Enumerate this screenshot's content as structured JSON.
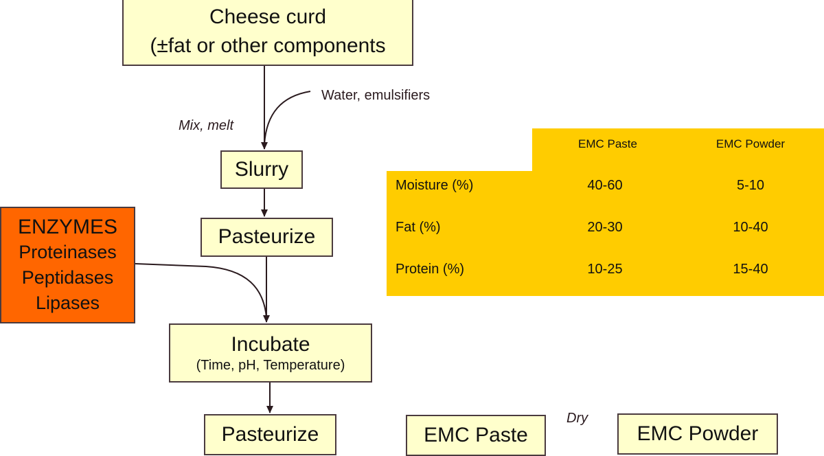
{
  "diagram": {
    "nodes": {
      "cheese_curd": {
        "line1": "Cheese curd",
        "line2": "(±fat or other components"
      },
      "slurry": {
        "label": "Slurry"
      },
      "pasteurize_1": {
        "label": "Pasteurize"
      },
      "enzymes": {
        "title": "ENZYMES",
        "items": [
          "Proteinases",
          "Peptidases",
          "Lipases"
        ]
      },
      "incubate": {
        "label": "Incubate",
        "sub": "(Time, pH, Temperature)"
      },
      "pasteurize_2": {
        "label": "Pasteurize"
      },
      "emc_paste": {
        "label": "EMC Paste"
      },
      "emc_powder": {
        "label": "EMC Powder"
      }
    },
    "edge_labels": {
      "water": "Water, emulsifiers",
      "mix": "Mix, melt",
      "dry": "Dry"
    },
    "colors": {
      "process_box": "#ffffcc",
      "enzyme_box": "#ff6600",
      "table_bg": "#ffcc00",
      "arrow": "#2a1a1e"
    }
  },
  "composition_table": {
    "headers": [
      "",
      "EMC Paste",
      "EMC Powder"
    ],
    "rows": [
      {
        "label": "Moisture (%)",
        "paste": "40-60",
        "powder": "5-10"
      },
      {
        "label": "Fat (%)",
        "paste": "20-30",
        "powder": "10-40"
      },
      {
        "label": "Protein (%)",
        "paste": "10-25",
        "powder": "15-40"
      }
    ]
  }
}
